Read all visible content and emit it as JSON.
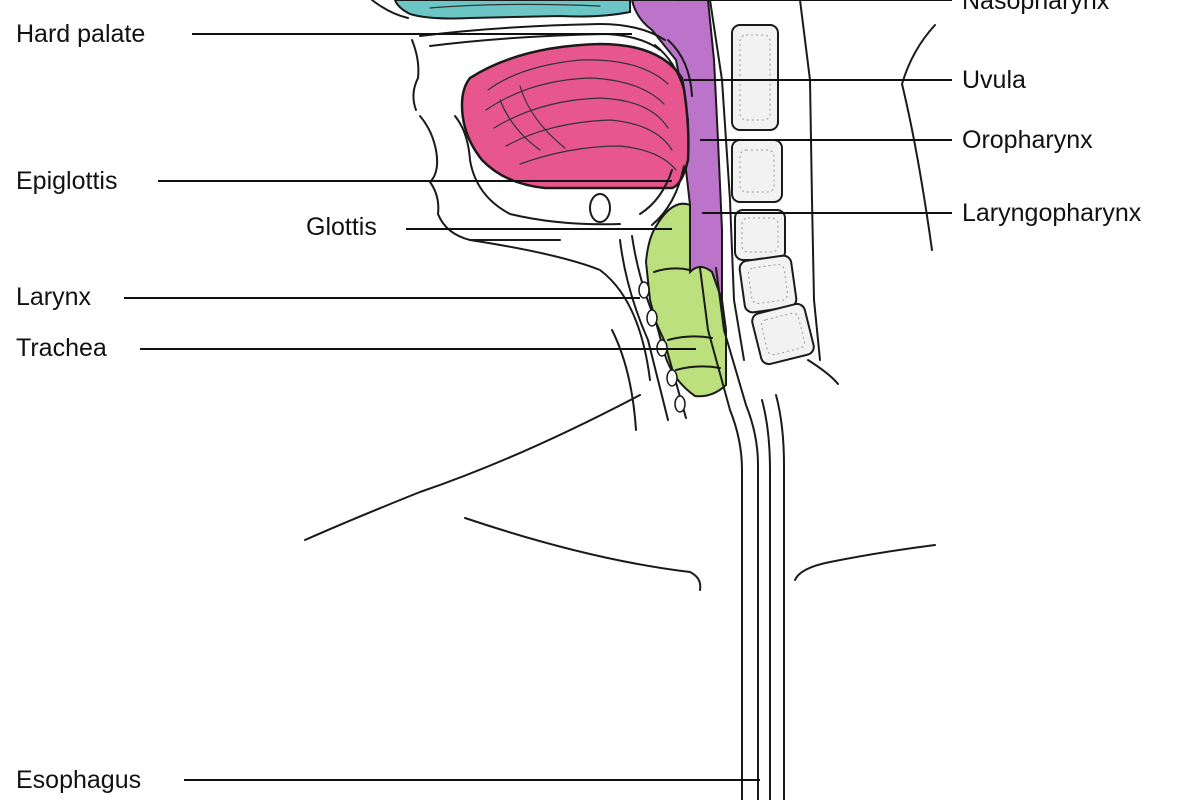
{
  "labels": {
    "nasopharynx": "Nasopharynx",
    "hard_palate": "Hard palate",
    "uvula": "Uvula",
    "oropharynx": "Oropharynx",
    "epiglottis": "Epiglottis",
    "glottis": "Glottis",
    "laryngopharynx": "Laryngopharynx",
    "larynx": "Larynx",
    "trachea": "Trachea",
    "esophagus": "Esophagus"
  },
  "colors": {
    "nasal_cavity": "#6cc6c6",
    "tongue": "#e7578d",
    "pharynx": "#bb74c9",
    "larynx_trachea": "#bde07f",
    "line": "#1a1a1a"
  }
}
